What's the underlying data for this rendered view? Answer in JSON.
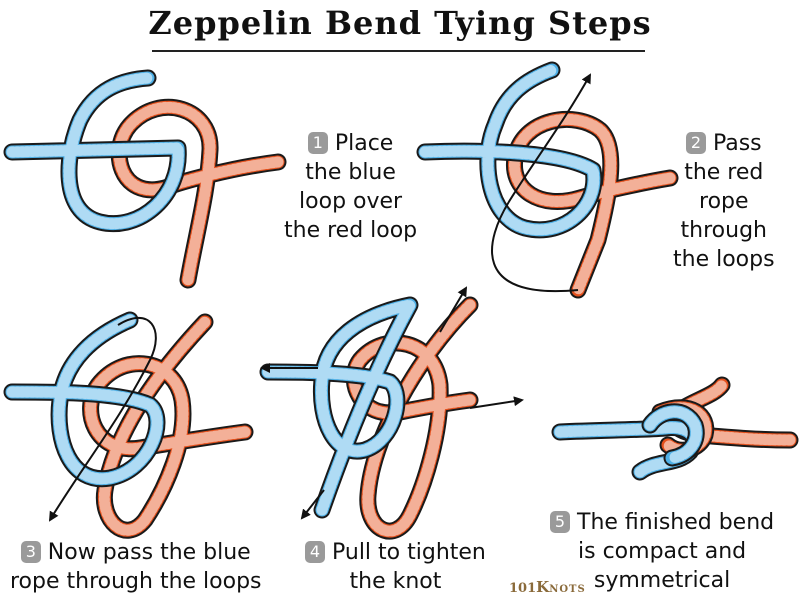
{
  "title": "Zeppelin Bend Tying Steps",
  "colors": {
    "blue_rope": "#4fb0e6",
    "red_rope": "#e4501c",
    "arrow": "#111111"
  },
  "steps": [
    {
      "number": "1",
      "lines": [
        "Place",
        "the blue",
        "loop over",
        "the red loop"
      ]
    },
    {
      "number": "2",
      "lines": [
        "Pass",
        "the red",
        "rope",
        "through",
        "the loops"
      ]
    },
    {
      "number": "3",
      "lines": [
        "Now pass the blue",
        "rope through the loops"
      ]
    },
    {
      "number": "4",
      "lines": [
        "Pull to tighten",
        "the knot"
      ]
    },
    {
      "number": "5",
      "lines": [
        "The finished bend",
        "is compact and",
        "symmetrical"
      ]
    }
  ],
  "logo": {
    "num": "101",
    "k": "K",
    "rest": "NOTS"
  }
}
